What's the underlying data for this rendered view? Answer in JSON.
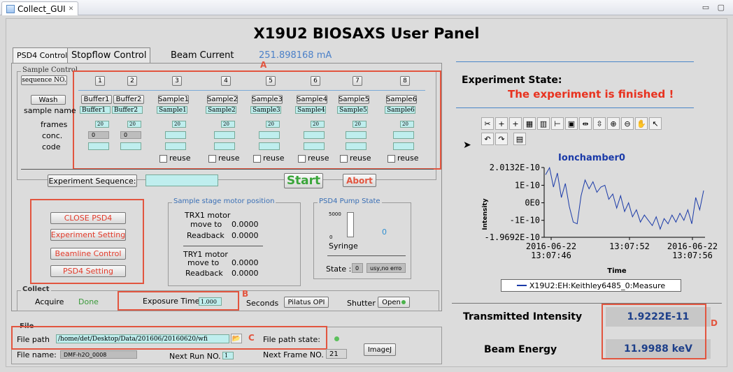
{
  "window": {
    "tab_title": "Collect_GUI",
    "tab_close": "✕",
    "win_buttons": "▭ ▢"
  },
  "header": {
    "title": "X19U2 BIOSAXS User Panel"
  },
  "tabs": [
    {
      "label": "PSD4 Control"
    },
    {
      "label": "Stopflow Control"
    }
  ],
  "beam": {
    "label": "Beam Current",
    "value": "251.898168 mA"
  },
  "sample_control": {
    "group_label": "Sample Control",
    "seq_label": "sequence NO.",
    "numbers": [
      "1",
      "2",
      "3",
      "4",
      "5",
      "6",
      "7",
      "8"
    ],
    "wash_label": "Wash",
    "sample_name_label": "sample name",
    "frames_label": "frames",
    "conc_label": "conc.",
    "code_label": "code",
    "buttons": [
      "Buffer1",
      "Buffer2",
      "Sample1",
      "Sample2",
      "Sample3",
      "Sample4",
      "Sample5",
      "Sample6"
    ],
    "names": [
      "Buffer1",
      "Buffer2",
      "Sample1",
      "Sample2",
      "Sample3",
      "Sample4",
      "Sample5",
      "Sample6"
    ],
    "frames": [
      "20",
      "20",
      "20",
      "20",
      "20",
      "20",
      "20",
      "20"
    ],
    "conc": [
      "0",
      "0"
    ],
    "reuse_label": "reuse"
  },
  "experiment": {
    "sequence_label": "Experiment Sequence:",
    "start_label": "Start",
    "abort_label": "Abort"
  },
  "control_buttons": {
    "close": "CLOSE PSD4",
    "exp_setting": "Experiment Setting",
    "beamline": "Beamline Control",
    "psd4_setting": "PSD4 Setting"
  },
  "motor": {
    "group_label": "Sample stage motor position",
    "trx1": "TRX1 motor",
    "move_to": "move to",
    "readback": "Readback",
    "trx1_move": "0.0000",
    "trx1_read": "0.0000",
    "try1": "TRY1 motor",
    "try1_move": "0.0000",
    "try1_read": "0.0000"
  },
  "pump": {
    "group_label": "PSD4 Pump State",
    "tick_max": "5000",
    "tick_min": "0",
    "value": "0",
    "syringe": "Syringe",
    "state_label": "State :",
    "state_num": "0",
    "state_text": "usy,no erro"
  },
  "collect": {
    "group_label": "Collect",
    "acquire": "Acquire",
    "done": "Done",
    "exposure_label": "Exposure Time",
    "exposure_value": "1.000",
    "seconds": "Seconds",
    "pilatus_button": "Pilatus OPI",
    "shutter_label": "Shutter",
    "shutter_button": "Open"
  },
  "file": {
    "group_label": "File",
    "path_label": "File path",
    "path_value": "/home/det/Desktop/Data/201606/20160620/wfi",
    "path_state_label": "File path state:",
    "name_label": "File name:",
    "name_value": "DMF-h2O_0008",
    "next_run_label": "Next Run NO.",
    "next_run_value": "1",
    "next_frame_label": "Next Frame NO.",
    "next_frame_value": "21",
    "imagej_button": "ImageJ"
  },
  "annotations": {
    "a": "A",
    "b": "B",
    "c": "C",
    "d": "D"
  },
  "state": {
    "title": "Experiment State:",
    "message": "The experiment is finished !",
    "message_color": "#e8321f"
  },
  "chart_data": {
    "type": "line",
    "title": "Ionchamber0",
    "xlabel": "Time",
    "ylabel": "Intensity",
    "ylim": [
      -1.9692e-10,
      2.0132e-10
    ],
    "y_ticks": [
      "2.0132E-10",
      "1E-10",
      "0E0",
      "-1E-10",
      "-1.9692E-10"
    ],
    "x_ticks": [
      "2016-06-22\n13:07:46",
      "13:07:52",
      "2016-06-22\n13:07:56"
    ],
    "x_tick_line1": [
      "2016-06-22",
      "13:07:52",
      "2016-06-22"
    ],
    "x_tick_line2": [
      "13:07:46",
      "",
      "13:07:56"
    ],
    "legend": "X19U2:EH:Keithley6485_0:Measure",
    "series": [
      {
        "name": "X19U2:EH:Keithley6485_0:Measure",
        "color": "#1a3aa8",
        "values": [
          1.6e-10,
          2e-10,
          9e-11,
          1.7e-10,
          3e-11,
          1.1e-10,
          -2e-11,
          -1.1e-10,
          -1.2e-10,
          4e-11,
          1.3e-10,
          8e-11,
          1.2e-10,
          6e-11,
          9e-11,
          1e-10,
          2e-11,
          5e-11,
          -3e-11,
          4e-11,
          -5e-11,
          0.0,
          -8e-11,
          -4e-11,
          -1.1e-10,
          -7e-11,
          -1e-10,
          -1.3e-10,
          -8e-11,
          -1.5e-10,
          -9e-11,
          -1.2e-10,
          -7e-11,
          -1.1e-10,
          -6e-11,
          -1e-10,
          -4e-11,
          -1.2e-10,
          3e-11,
          -4e-11,
          7e-11
        ]
      }
    ]
  },
  "readouts": {
    "transmitted_label": "Transmitted Intensity",
    "transmitted_value": "1.9222E-11",
    "energy_label": "Beam Energy",
    "energy_value": "11.9988 keV"
  },
  "colors": {
    "accent_red": "#e2553f",
    "blue_value": "#1d3f8a",
    "cyan_field": "#bfeeee"
  }
}
